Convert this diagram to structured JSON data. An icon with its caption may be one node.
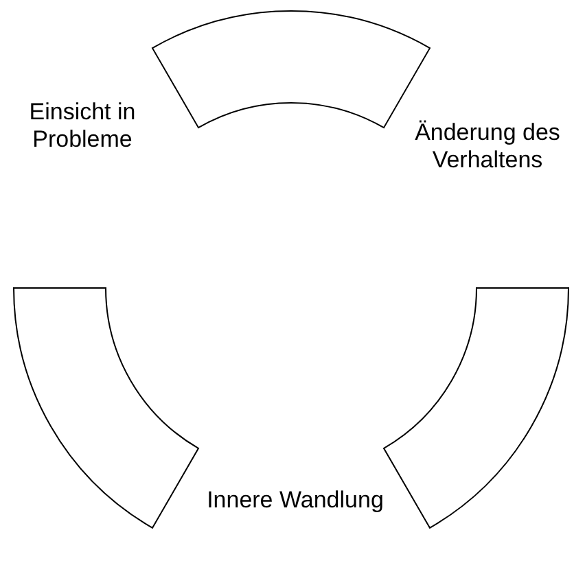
{
  "diagram": {
    "nodes": [
      {
        "text": [],
        "shape": "arc"
      },
      {
        "text": [
          "Einsicht in Probleme"
        ]
      },
      {
        "text": [
          "Änderung des Verhaltens"
        ]
      },
      {
        "text": [],
        "shape": "arc"
      },
      {
        "text": [],
        "shape": "arc"
      },
      {
        "text": [
          "Innere Wandlung"
        ]
      }
    ]
  }
}
